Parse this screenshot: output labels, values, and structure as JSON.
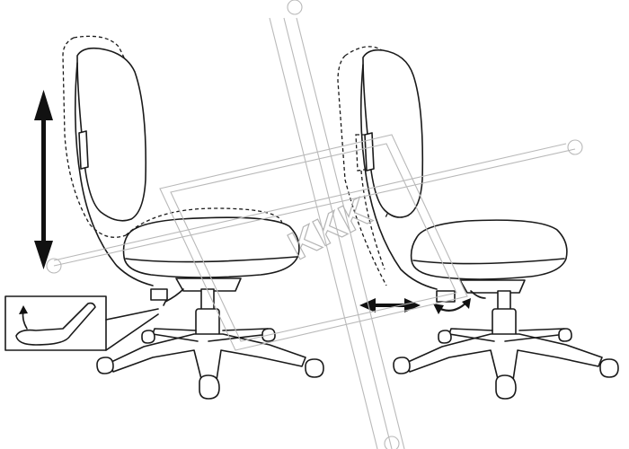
{
  "figures": [
    {
      "name": "seat-height-adjustment"
    },
    {
      "name": "backrest-tilt-and-depth-adjustment"
    }
  ],
  "watermark": {
    "text": "KKK"
  },
  "colors": {
    "ink": "#1a1a1a",
    "watermark": "#b9b9b9",
    "background": "#ffffff"
  }
}
